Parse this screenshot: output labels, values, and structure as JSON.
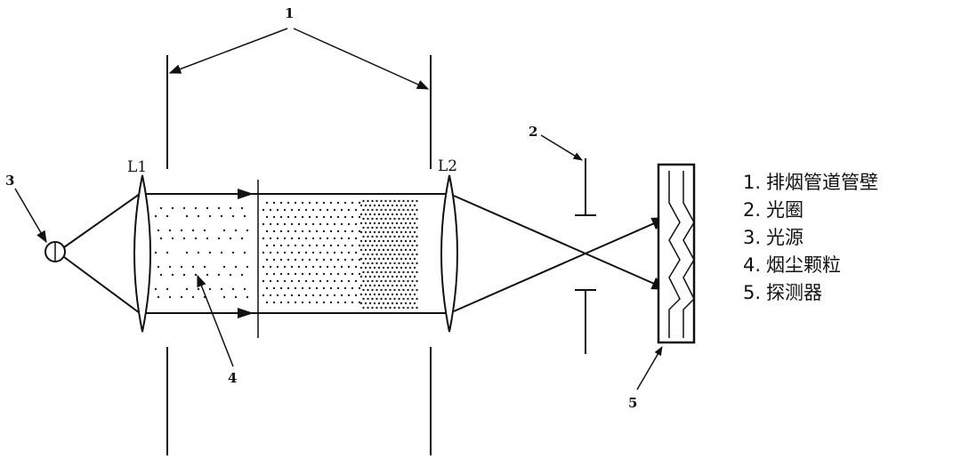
{
  "labels": {
    "callout_1": "1",
    "callout_2": "2",
    "callout_3": "3",
    "callout_4": "4",
    "callout_5": "5",
    "lens_1": "L1",
    "lens_2": "L2"
  },
  "legend": {
    "items": [
      {
        "num": "1.",
        "text": "排烟管道管壁"
      },
      {
        "num": "2.",
        "text": "光圈"
      },
      {
        "num": "3.",
        "text": "光源"
      },
      {
        "num": "4.",
        "text": "烟尘颗粒"
      },
      {
        "num": "5.",
        "text": "探测器"
      }
    ]
  }
}
